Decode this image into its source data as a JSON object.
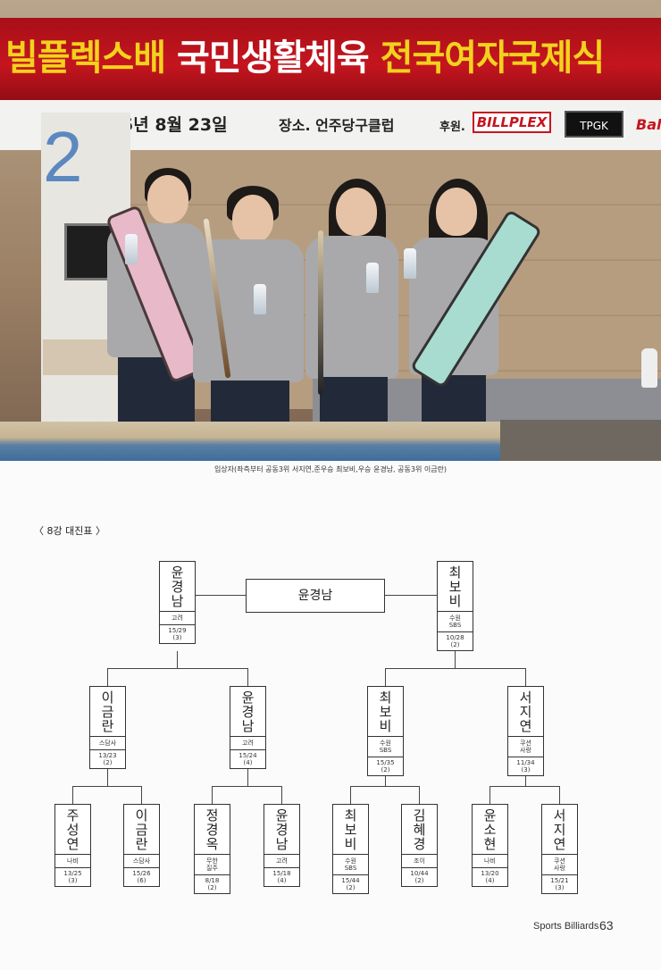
{
  "photo": {
    "banner_yellow_1": "빌플렉스배",
    "banner_white": "국민생활체육",
    "banner_yellow_2": "전국여자국제식",
    "pillar_number": "2",
    "date": "5년 8월 23일",
    "venue": "장소. 언주당구클럽",
    "sponsor_label": "후원.",
    "sponsor_1": "BILLPLEX",
    "sponsor_2": "TPGK",
    "sponsor_3": "Ball"
  },
  "caption": "입상자(좌측부터 공동3위 서지연,준우승 최보비,우승 윤경남, 공동3위 이금란)",
  "bracket": {
    "title": "〈 8강 대진표 〉",
    "winner": "윤경남",
    "final": [
      {
        "name": "윤\n경\n남",
        "club": "고려",
        "score": "15/29\n(3)"
      },
      {
        "name": "최\n보\n비",
        "club": "수원\nSBS",
        "score": "10/28\n(2)"
      }
    ],
    "semis": [
      {
        "name": "이\n금\n란",
        "club": "스담사",
        "score": "13/23\n(2)"
      },
      {
        "name": "윤\n경\n남",
        "club": "고려",
        "score": "15/24\n(4)"
      },
      {
        "name": "최\n보\n비",
        "club": "수원\nSBS",
        "score": "15/35\n(2)"
      },
      {
        "name": "서\n지\n연",
        "club": "쿠션\n사랑",
        "score": "11/34\n(3)"
      }
    ],
    "quarters": [
      {
        "name": "주\n성\n연",
        "club": "나비",
        "score": "13/25\n(3)"
      },
      {
        "name": "이\n금\n란",
        "club": "스담사",
        "score": "15/26\n(6)"
      },
      {
        "name": "정\n경\n옥",
        "club": "무한\n질주",
        "score": "8/18\n(2)"
      },
      {
        "name": "윤\n경\n남",
        "club": "고려",
        "score": "15/18\n(4)"
      },
      {
        "name": "최\n보\n비",
        "club": "수원\nSBS",
        "score": "15/44\n(2)"
      },
      {
        "name": "김\n혜\n경",
        "club": "조이",
        "score": "10/44\n(2)"
      },
      {
        "name": "윤\n소\n현",
        "club": "나비",
        "score": "13/20\n(4)"
      },
      {
        "name": "서\n지\n연",
        "club": "쿠션\n사랑",
        "score": "15/21\n(3)"
      }
    ]
  },
  "footer": {
    "magazine": "Sports Billiards",
    "page": "63"
  }
}
